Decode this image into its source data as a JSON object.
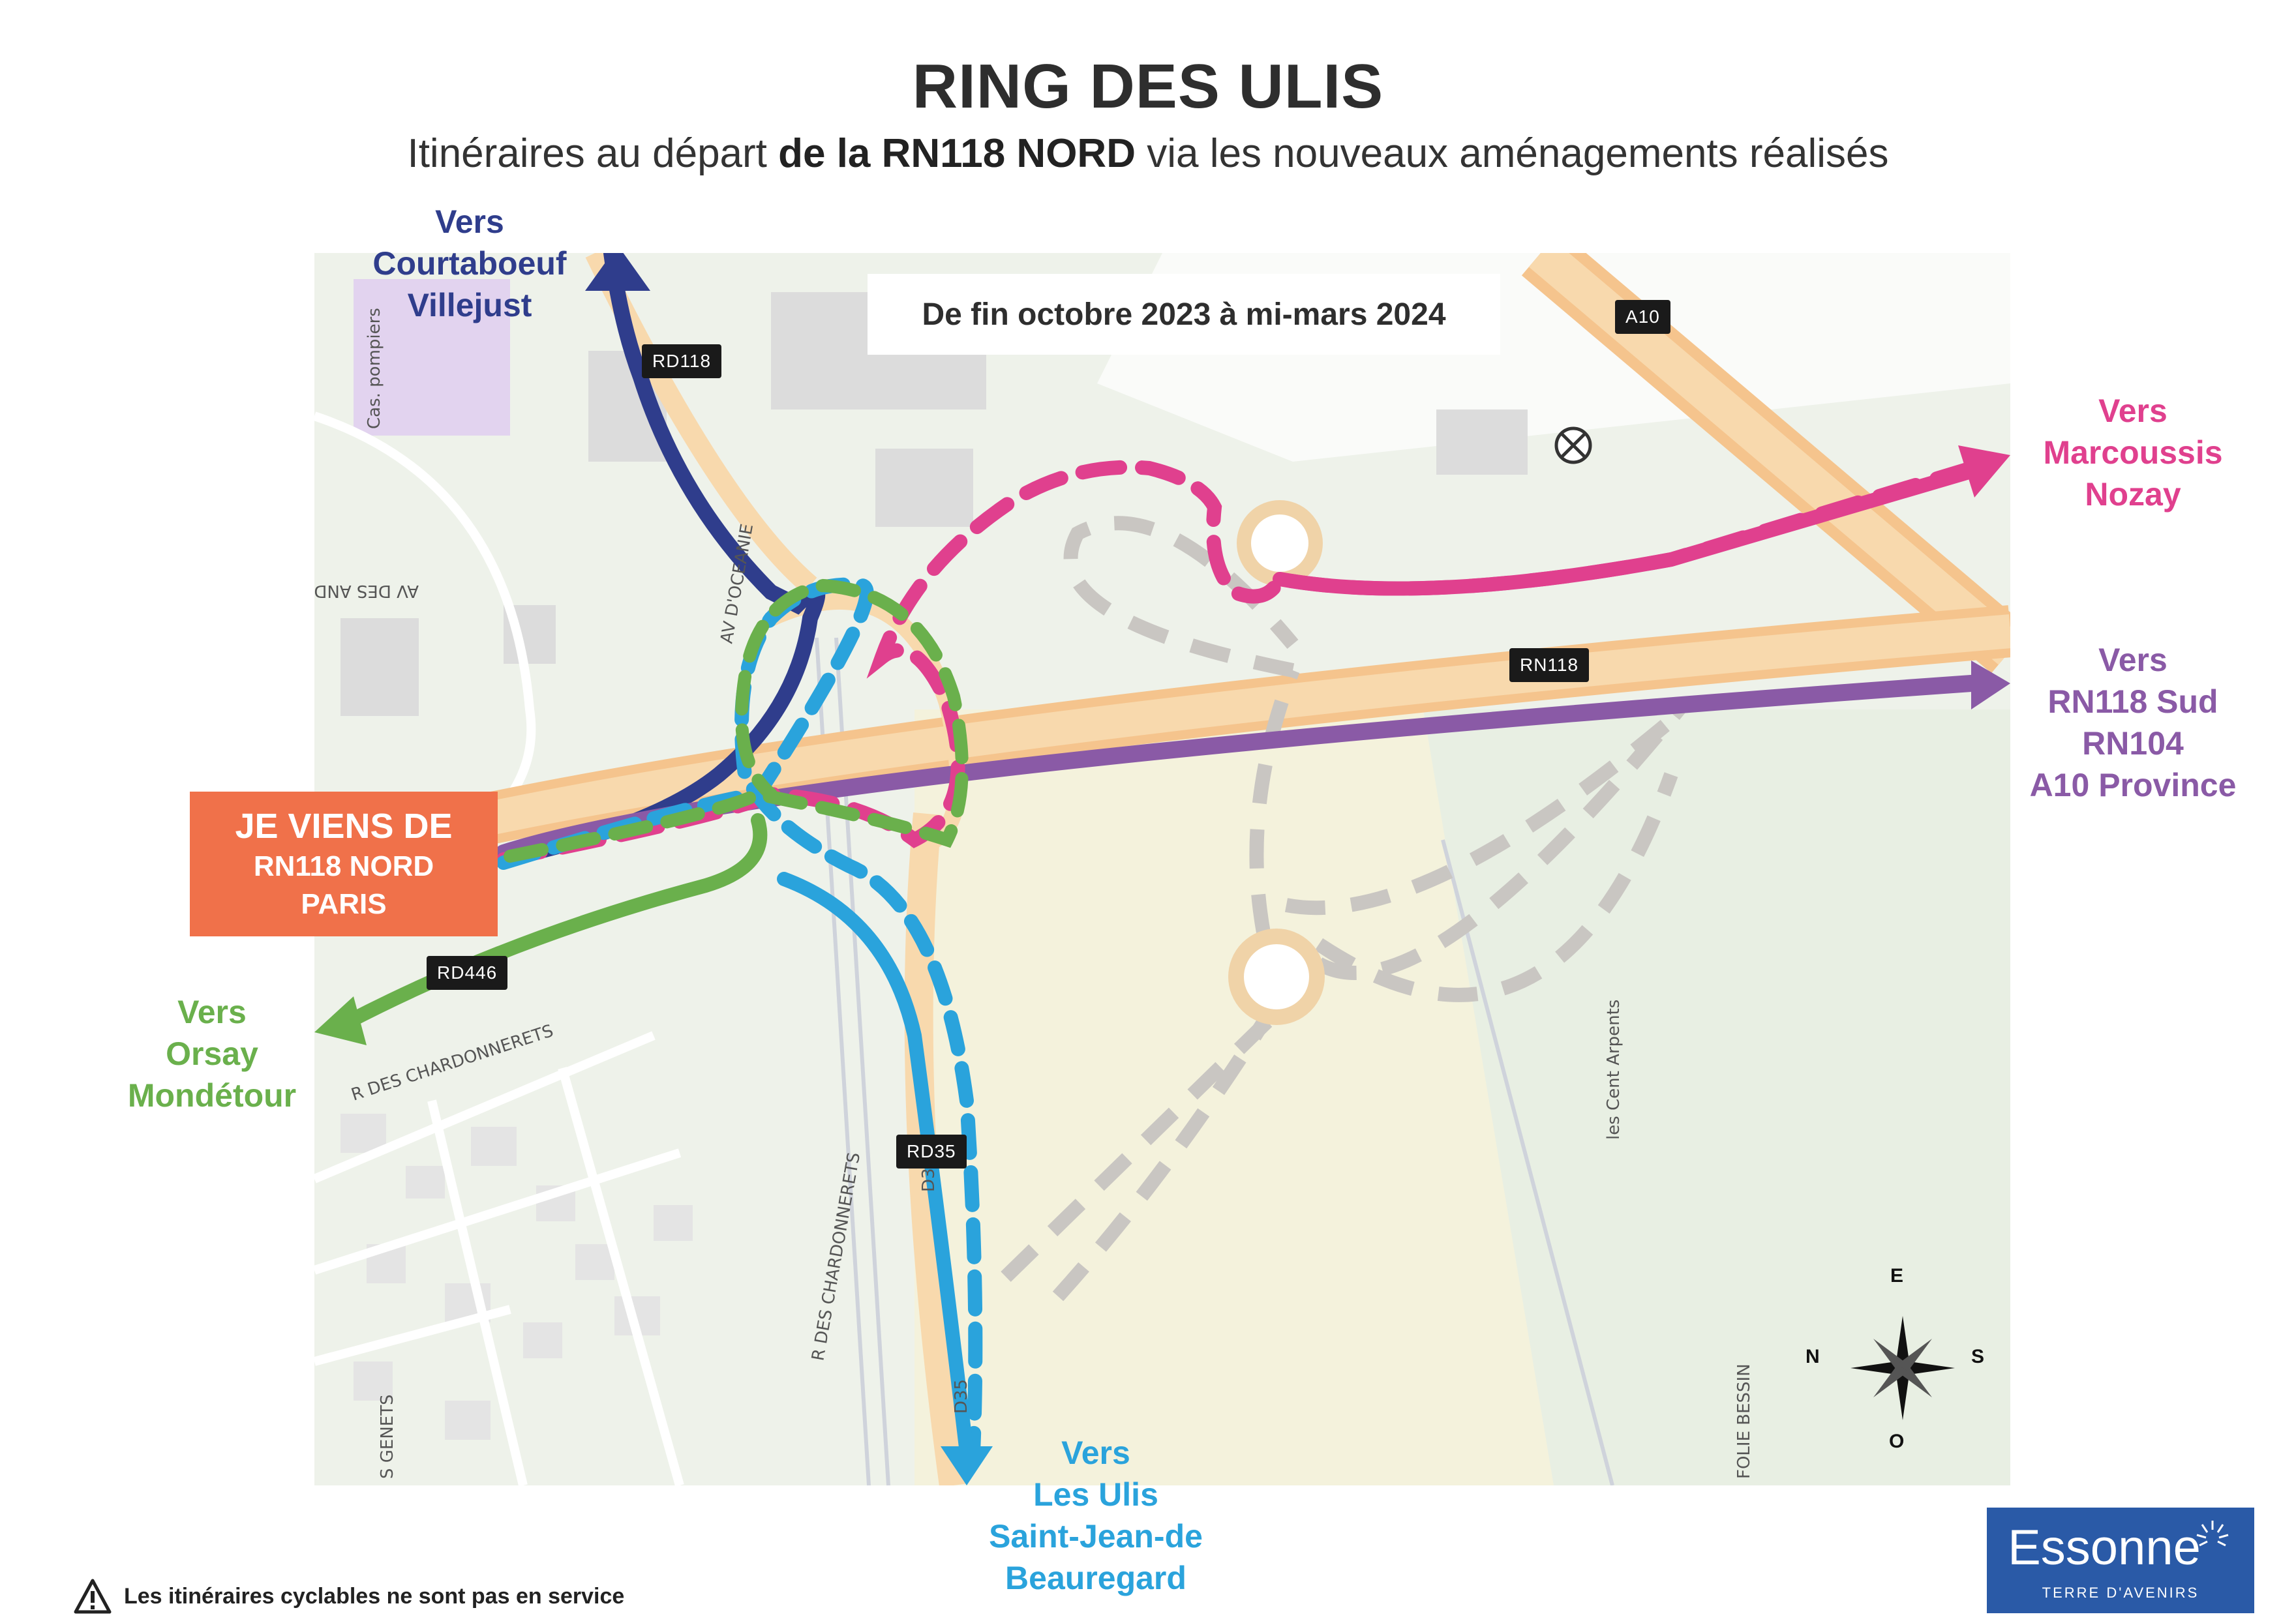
{
  "header": {
    "title": "RING DES ULIS",
    "subtitle_pre": "Itinéraires au départ ",
    "subtitle_bold": "de la RN118 NORD",
    "subtitle_post": " via les nouveaux aménagements réalisés"
  },
  "period": "De fin octobre 2023 à mi-mars 2024",
  "origin": {
    "line1": "JE VIENS DE",
    "line2": "RN118 NORD",
    "line3": "PARIS",
    "color": "#f0714a"
  },
  "road_labels": {
    "rd118": "RD118",
    "a10": "A10",
    "rn118": "RN118",
    "rd446": "RD446",
    "rd35": "RD35"
  },
  "destinations": {
    "courtaboeuf": {
      "lines": [
        "Vers",
        "Courtaboeuf",
        "Villejust"
      ],
      "color": "#2f3d8c"
    },
    "marcoussis": {
      "lines": [
        "Vers",
        "Marcoussis",
        "Nozay"
      ],
      "color": "#e0408e"
    },
    "rn118_sud": {
      "lines": [
        "Vers",
        "RN118 Sud",
        "RN104",
        "A10 Province"
      ],
      "color": "#8a5aa6"
    },
    "orsay": {
      "lines": [
        "Vers",
        "Orsay",
        "Mondétour"
      ],
      "color": "#6ab04c"
    },
    "les_ulis": {
      "lines": [
        "Vers",
        "Les Ulis",
        "Saint-Jean-de",
        "Beauregard"
      ],
      "color": "#2aa3dc"
    }
  },
  "compass": {
    "north": "N",
    "south": "S",
    "east": "E",
    "west": "O"
  },
  "footer_note": "Les itinéraires cyclables ne sont pas en service",
  "logo": {
    "name": "Essonne",
    "tagline": "TERRE D'AVENIRS",
    "color": "#2a5aa7"
  },
  "icons": {
    "warning": "warning-triangle-icon",
    "compass": "compass-rose-icon"
  }
}
